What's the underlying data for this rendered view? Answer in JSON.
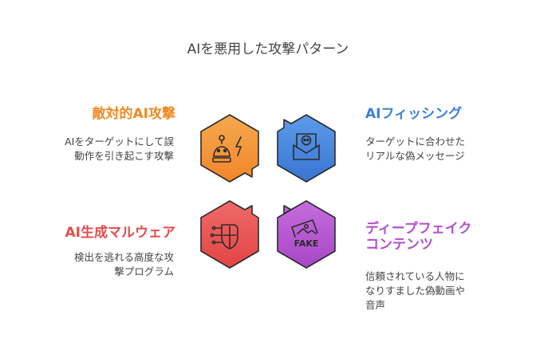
{
  "title": "AIを悪用した攻撃パターン",
  "items": [
    {
      "heading": "敵対的AI攻撃",
      "desc": [
        "AIをターゲットにして誤",
        "動作を引き起こす攻撃"
      ],
      "color": "#f08a24",
      "icon": "robot-lightning-icon"
    },
    {
      "heading": "AIフィッシング",
      "desc": [
        "ターゲットに合わせた",
        "リアルな偽メッセージ"
      ],
      "color": "#3b7fd9",
      "icon": "skull-envelope-icon"
    },
    {
      "heading": "AI生成マルウェア",
      "desc": [
        "検出を逃れる高度な攻",
        "撃プログラム"
      ],
      "color": "#e64a4a",
      "icon": "malware-chip-icon"
    },
    {
      "heading": [
        "ディープフェイク",
        "コンテンツ"
      ],
      "desc": [
        "信頼されている人物に",
        "なりすました偽動画や",
        "音声"
      ],
      "color": "#b24fcf",
      "icon": "fake-image-icon",
      "icon_text": "FAKE"
    }
  ]
}
